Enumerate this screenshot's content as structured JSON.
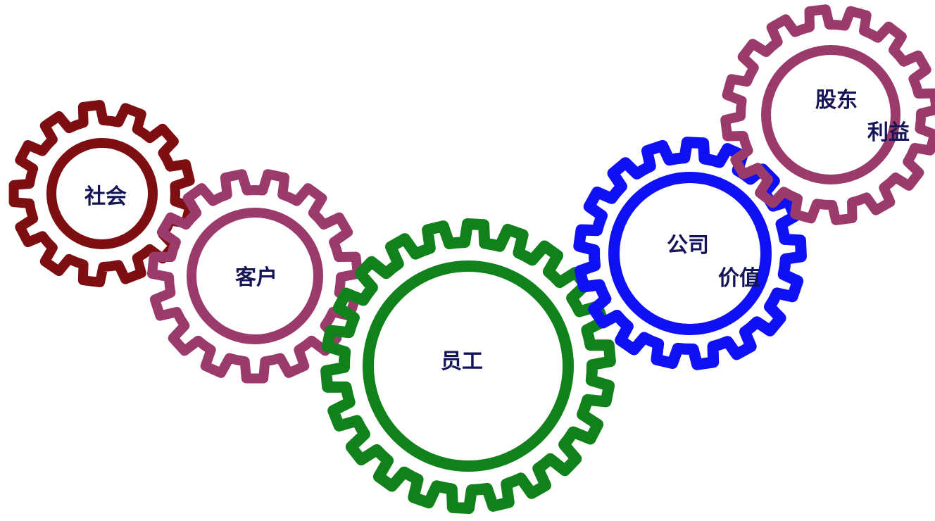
{
  "gears": [
    {
      "id": "society",
      "color": "#7d0e12",
      "labels": [
        "社会"
      ]
    },
    {
      "id": "customer",
      "color": "#9b3b6b",
      "labels": [
        "客户"
      ]
    },
    {
      "id": "employee",
      "color": "#11821b",
      "labels": [
        "员工"
      ]
    },
    {
      "id": "company",
      "color": "#1010f5",
      "labels": [
        "公司",
        "价值"
      ]
    },
    {
      "id": "shareholder",
      "color": "#9b3b6b",
      "labels": [
        "股东",
        "利益"
      ]
    }
  ],
  "label_color": "#141457"
}
